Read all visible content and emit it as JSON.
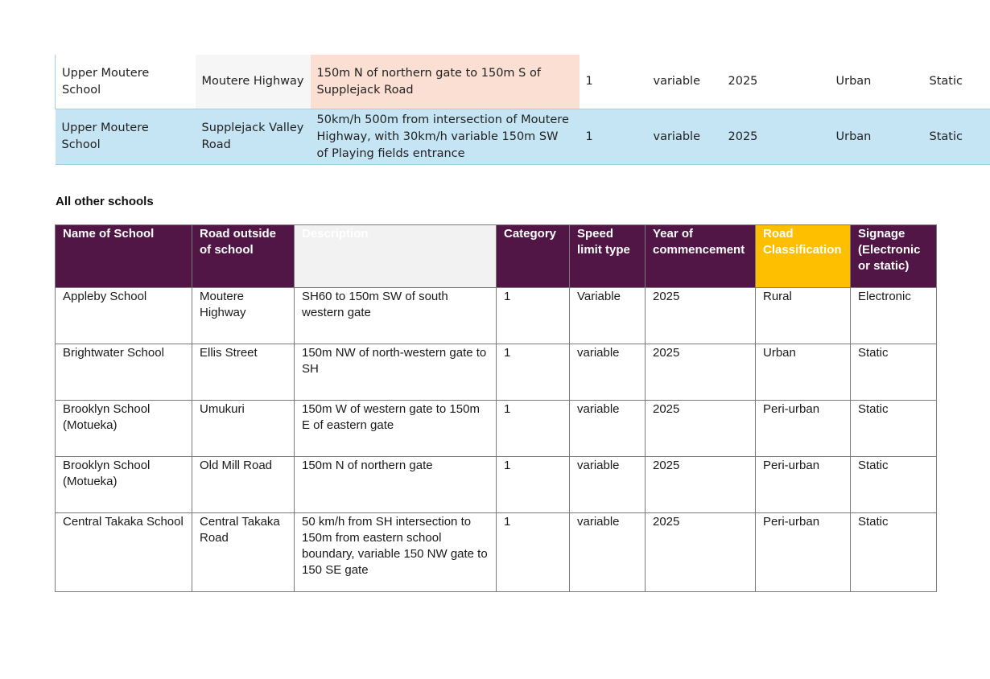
{
  "top_rows": [
    {
      "school": "Upper Moutere School",
      "road": "Moutere Highway",
      "description": "150m N of northern gate to 150m S of Supplejack Road",
      "category": "1",
      "speed_limit_type": "variable",
      "year": "2025",
      "classification": "Urban",
      "signage": "Static"
    },
    {
      "school": "Upper Moutere School",
      "road": "Supplejack Valley Road",
      "description": "50km/h 500m from intersection of Moutere Highway,  with 30km/h variable 150m SW of Playing fields entrance",
      "category": "1",
      "speed_limit_type": "variable",
      "year": "2025",
      "classification": "Urban",
      "signage": "Static"
    }
  ],
  "section_heading": "All other schools",
  "table": {
    "headers": {
      "school": "Name of School",
      "road": "Road outside of school",
      "description": "Description",
      "category": "Category",
      "speed_limit_type": "Speed limit type",
      "year": "Year of commencement",
      "classification": "Road Classification",
      "signage": "Signage (Electronic or static)"
    },
    "rows": [
      {
        "school": "Appleby School",
        "road": "Moutere Highway",
        "description": "SH60 to 150m SW of south western gate",
        "category": "1",
        "speed_limit_type": "Variable",
        "year": "2025",
        "classification": "Rural",
        "signage": "Electronic"
      },
      {
        "school": "Brightwater School",
        "road": "Ellis Street",
        "description": "150m NW of north-western gate to SH",
        "category": "1",
        "speed_limit_type": "variable",
        "year": "2025",
        "classification": "Urban",
        "signage": "Static"
      },
      {
        "school": "Brooklyn School (Motueka)",
        "road": "Umukuri",
        "description": "150m W of western gate to 150m E of eastern gate",
        "category": "1",
        "speed_limit_type": "variable",
        "year": "2025",
        "classification": "Peri-urban",
        "signage": "Static"
      },
      {
        "school": "Brooklyn School (Motueka)",
        "road": "Old Mill Road",
        "description": "150m N of northern gate",
        "category": "1",
        "speed_limit_type": "variable",
        "year": "2025",
        "classification": "Peri-urban",
        "signage": "Static"
      },
      {
        "school": "Central Takaka School",
        "road": "Central Takaka Road",
        "description": "50 km/h from SH intersection to 150m from eastern school boundary, variable 150 NW gate to 150 SE gate",
        "category": "1",
        "speed_limit_type": "variable",
        "year": "2025",
        "classification": "Peri-urban",
        "signage": "Static"
      }
    ]
  }
}
